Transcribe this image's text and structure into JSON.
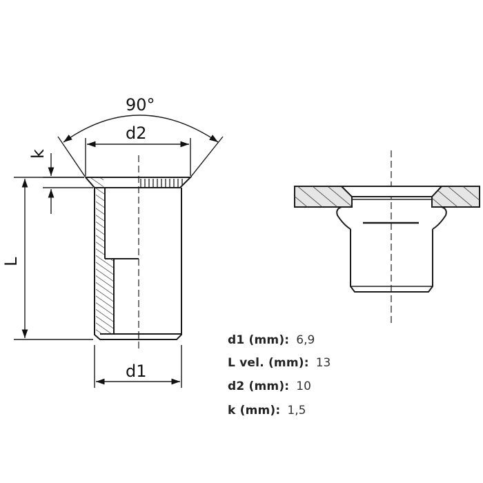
{
  "dimension_labels": {
    "angle": "90°",
    "d2": "d2",
    "k": "k",
    "L": "L",
    "d1": "d1"
  },
  "specs": [
    {
      "label": "d1 (mm):",
      "value": "6,9"
    },
    {
      "label": "L vel. (mm):",
      "value": "13"
    },
    {
      "label": "d2 (mm):",
      "value": "10"
    },
    {
      "label": "k (mm):",
      "value": "1,5"
    }
  ],
  "colors": {
    "line": "#1a1a1a",
    "hatch": "#333333",
    "plate": "#e6e6e6"
  }
}
